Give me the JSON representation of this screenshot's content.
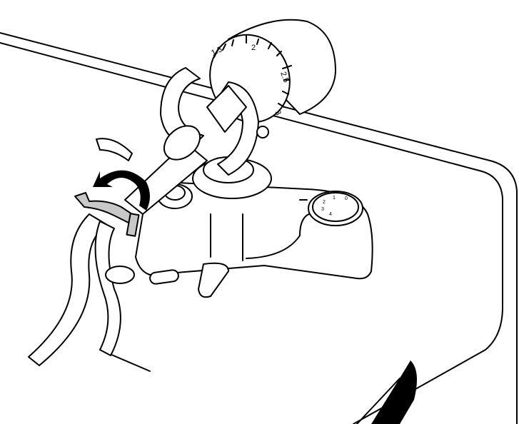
{
  "figure": {
    "counterweight_scale": {
      "labels": [
        "1.5",
        "2",
        "2.5",
        "3"
      ]
    },
    "anti_skate_dial": {
      "labels": [
        "0",
        "1",
        "2",
        "3",
        "4"
      ]
    },
    "colors": {
      "line": "#000000",
      "fill": "#ffffff",
      "shade": "#c8c8c8"
    }
  }
}
